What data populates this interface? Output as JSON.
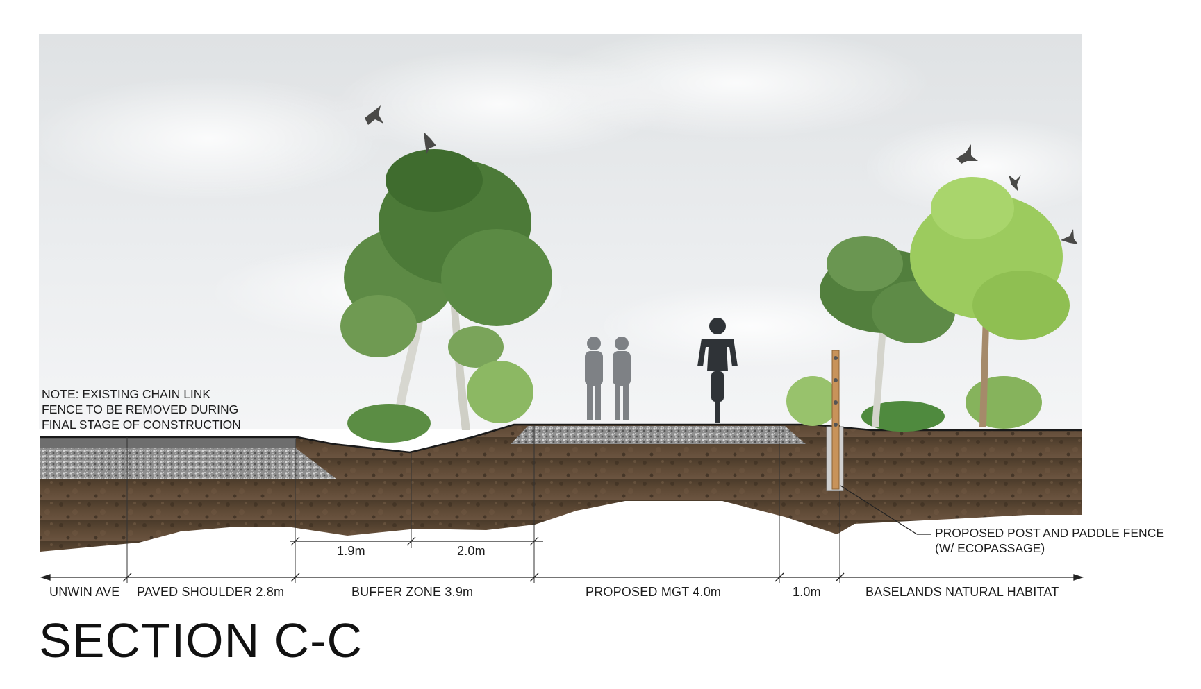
{
  "title": "SECTION C-C",
  "note": {
    "lines": [
      "NOTE: EXISTING CHAIN LINK",
      "FENCE TO BE REMOVED DURING",
      "FINAL STAGE OF CONSTRUCTION"
    ]
  },
  "fence_callout": {
    "lines": [
      "PROPOSED POST AND PADDLE FENCE",
      "(W/ ECOPASSAGE)"
    ]
  },
  "sub_dimensions": [
    {
      "label": "1.9m"
    },
    {
      "label": "2.0m"
    }
  ],
  "zones": [
    {
      "label": "UNWIN AVE"
    },
    {
      "label": "PAVED SHOULDER 2.8m"
    },
    {
      "label": "BUFFER ZONE 3.9m"
    },
    {
      "label": "PROPOSED MGT 4.0m"
    },
    {
      "label": "1.0m"
    },
    {
      "label": "BASELANDS NATURAL HABITAT"
    }
  ],
  "colors": {
    "soil": "#5a4633",
    "soil_dark": "#3f3022",
    "gravel": "#9a9a9a",
    "asphalt": "#6e6e6e",
    "sky": "#e6e8ea",
    "tree_green": "#4f7d3a",
    "tree_light": "#8fc05a",
    "fence_post": "#c8935a",
    "silhouette": "#2f3337"
  },
  "icons": [
    "bird-icon",
    "pedestrian-icon",
    "cyclist-icon",
    "tree-icon",
    "shrub-icon",
    "fence-post-icon"
  ]
}
